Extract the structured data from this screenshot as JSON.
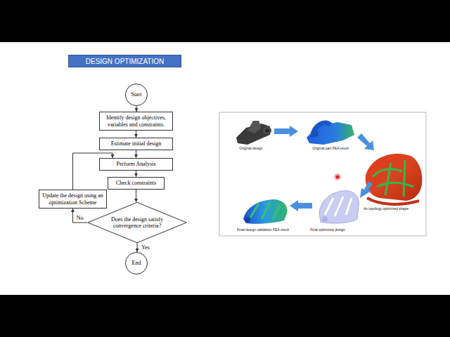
{
  "diagram": {
    "title": "DESIGN OPTIMIZATION",
    "nodes": [
      {
        "text": [
          "Start"
        ]
      },
      {
        "text": [
          "Identify design objectives, variables and constraints."
        ]
      },
      {
        "text": [
          "Estimate initial design"
        ]
      },
      {
        "text": [
          "Perform Analysis"
        ]
      },
      {
        "text": [
          "Check constraints"
        ]
      },
      {
        "text": [
          "Does the design satisfy convergence criteria?"
        ]
      },
      {
        "text": [
          "Update the design using an optimization Scheme"
        ]
      },
      {
        "text": [
          "End"
        ]
      }
    ],
    "edges": [
      {
        "from": 0,
        "to": 1,
        "arrow": "to"
      },
      {
        "from": 1,
        "to": 2,
        "arrow": "to"
      },
      {
        "from": 2,
        "to": 3,
        "arrow": "to"
      },
      {
        "from": 3,
        "to": 4,
        "arrow": "to"
      },
      {
        "from": 4,
        "to": 5,
        "arrow": "to"
      },
      {
        "from": 5,
        "to": 7,
        "label": "Yes",
        "arrow": "to"
      },
      {
        "from": 5,
        "to": 6,
        "label": "No",
        "arrow": "to"
      },
      {
        "from": 6,
        "to": 3,
        "arrow": "to"
      }
    ],
    "labels": [
      "Original design",
      "Original part FEA result",
      "As topology optimized shape",
      "Final optimized design",
      "Final design validation FEA result"
    ]
  }
}
